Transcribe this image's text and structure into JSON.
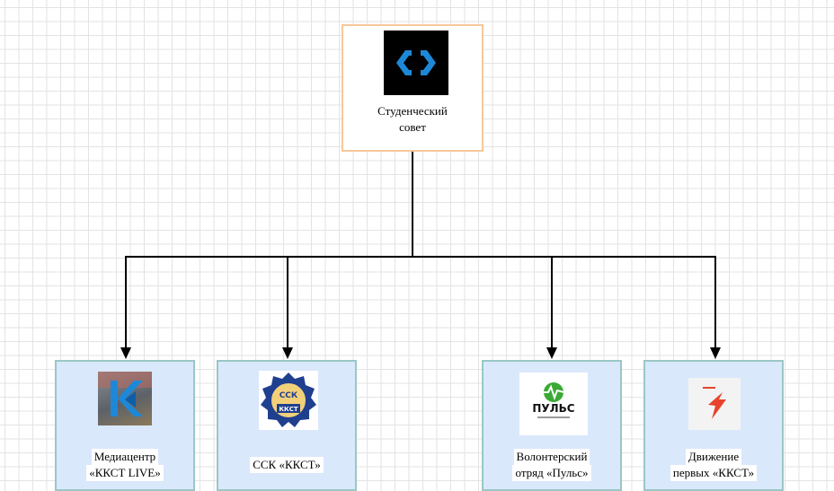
{
  "root": {
    "label_line1": "Студенческий",
    "label_line2": "совет",
    "logo_icon": "student-council-logo"
  },
  "children": [
    {
      "id": "media",
      "label_line1": "Медиацентр",
      "label_line2": "«ККСТ LIVE»",
      "logo_icon": "kkst-live-logo"
    },
    {
      "id": "ssk",
      "label_line1": "ССК «ККСТ»",
      "label_line2": "",
      "logo_icon": "ssk-kkst-emblem",
      "logo_text_top": "ССК",
      "logo_text_bottom": "ККСТ"
    },
    {
      "id": "puls",
      "label_line1": "Волонтерский",
      "label_line2": "отряд «Пульс»",
      "logo_icon": "puls-volunteer-logo",
      "logo_text": "ПУЛЬС"
    },
    {
      "id": "dvizhenie",
      "label_line1": "Движение",
      "label_line2": "первых «ККСТ»",
      "logo_icon": "dvizhenie-pervykh-logo"
    }
  ],
  "colors": {
    "root_border": "#f6c89a",
    "child_fill": "#dae8fc",
    "child_border": "#9ac7c5",
    "connector": "#000000",
    "logo_blue": "#1e88d8",
    "puls_green": "#3aaa35",
    "dvizhenie_red": "#e8432c"
  }
}
